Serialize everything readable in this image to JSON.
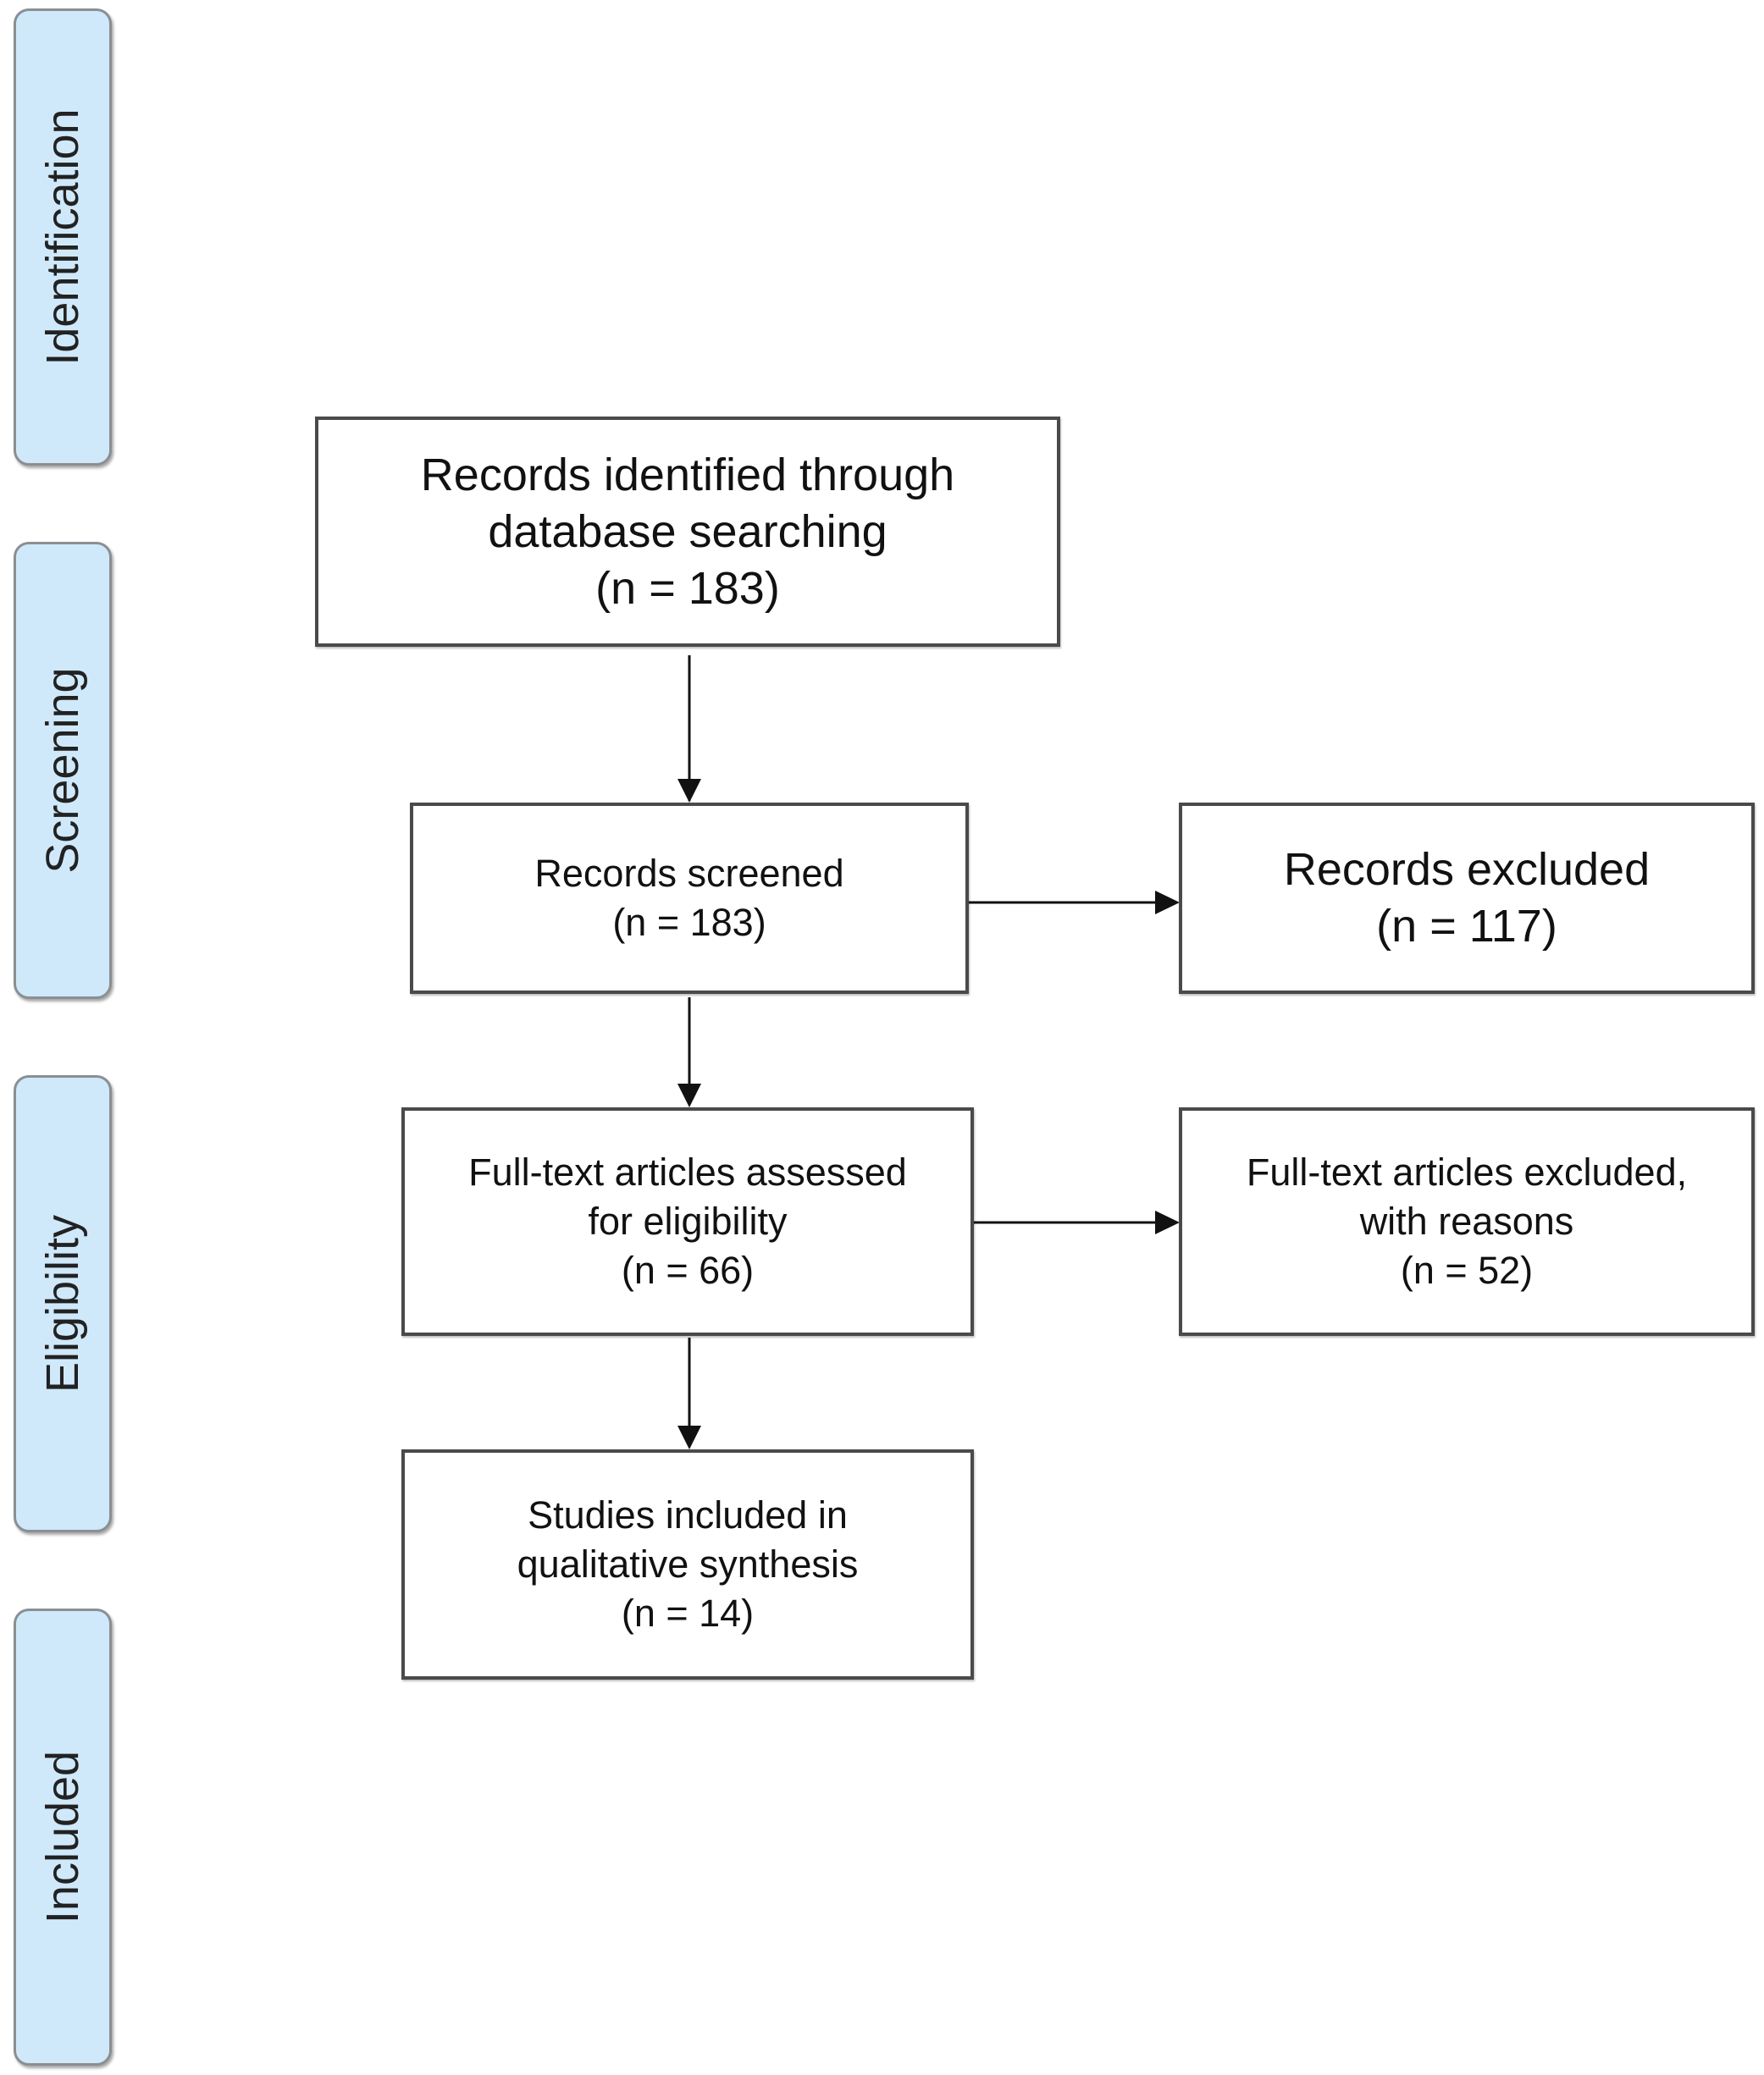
{
  "phases": {
    "identification": "Identification",
    "screening": "Screening",
    "eligibility": "Eligibility",
    "included": "Included"
  },
  "boxes": {
    "identified": {
      "line1": "Records identified through",
      "line2": "database searching",
      "count": "(n = 183)"
    },
    "screened": {
      "line1": "Records screened",
      "count": "(n = 183)"
    },
    "excluded": {
      "line1": "Records excluded",
      "count": "(n = 117)"
    },
    "fulltext": {
      "line1": "Full-text articles assessed",
      "line2": "for eligibility",
      "count": "(n = 66)"
    },
    "fulltext_excluded": {
      "line1": "Full-text articles excluded,",
      "line2": "with reasons",
      "count": "(n = 52)"
    },
    "included": {
      "line1": "Studies included in",
      "line2": "qualitative synthesis",
      "count": "(n = 14)"
    }
  },
  "colors": {
    "phase_fill": "#cfe9fb",
    "phase_border": "#8a8f93",
    "box_border": "#4a4a4a",
    "arrow": "#111111"
  }
}
